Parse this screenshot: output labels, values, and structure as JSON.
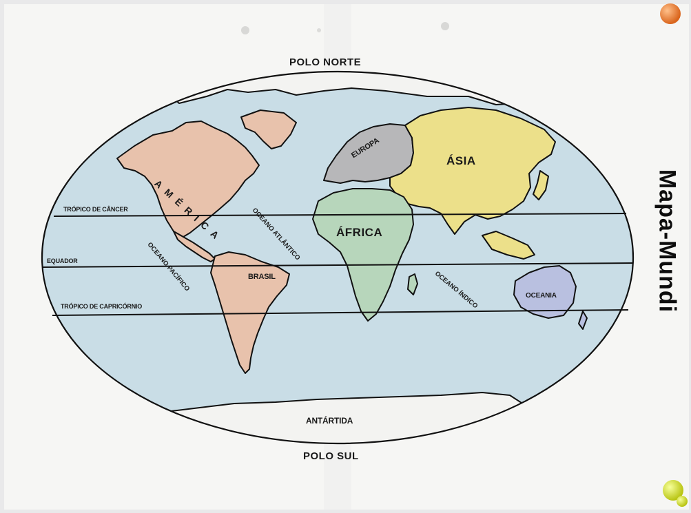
{
  "map": {
    "poles": {
      "north": "POLO NORTE",
      "south": "POLO SUL"
    },
    "side_title": "Mapa-Mundi",
    "lines": {
      "tropic_cancer": "TRÓPICO DE CÂNCER",
      "equator": "EQUADOR",
      "tropic_capricorn": "TRÓPICO DE CAPRICÓRNIO"
    },
    "continents": {
      "america": "AMÉRICA",
      "europe": "EUROPA",
      "asia": "ÁSIA",
      "africa": "ÁFRICA",
      "oceania": "OCEANIA",
      "antarctica": "ANTÁRTIDA",
      "brazil": "BRASIL"
    },
    "oceans": {
      "atlantic": "OCEANO ATLÂNTICO",
      "pacific": "OCEANO PACÍFICO",
      "indian": "OCEANO ÍNDICO"
    },
    "colors": {
      "ocean": "#c9dde6",
      "americas": "#e8c2ac",
      "europe": "#b7b7b9",
      "asia": "#ece08a",
      "africa": "#b7d6bb",
      "oceania": "#b9c0e0",
      "antarctica": "#f3f3f1",
      "paper": "#f6f6f4",
      "pin_orange": "#e8792a",
      "pin_yellow": "#d8e22a"
    }
  }
}
